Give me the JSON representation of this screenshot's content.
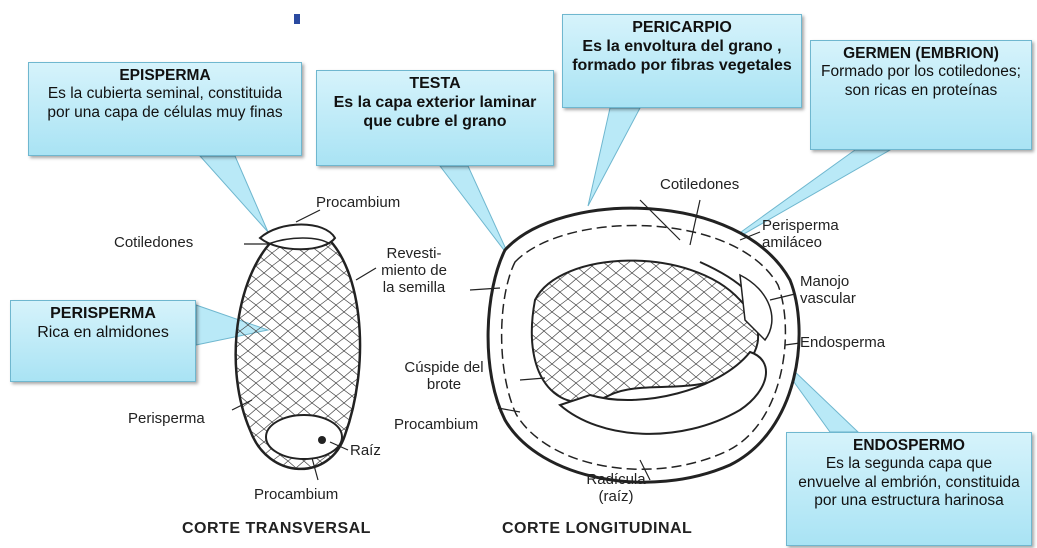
{
  "callouts": {
    "episperma": {
      "title": "EPISPERMA",
      "text": "Es la cubierta seminal, constituida por una capa de células muy finas"
    },
    "testa": {
      "title": "TESTA",
      "text": "Es la capa exterior laminar que cubre el grano"
    },
    "pericarpio": {
      "title": "PERICARPIO",
      "text": "Es la envoltura del grano , formado por fibras vegetales"
    },
    "germen": {
      "title": "GERMEN (EMBRION)",
      "text": "Formado por los cotiledones; son ricas en proteínas"
    },
    "perisperma": {
      "title": "PERISPERMA",
      "text": "Rica en almidones"
    },
    "endospermo": {
      "title": "ENDOSPERMO",
      "text": "Es la segunda capa que envuelve al embrión, constituida por una estructura harinosa"
    }
  },
  "labels": {
    "procambium_top": "Procambium",
    "cotiledones_left": "Cotiledones",
    "revestimiento": "Revesti- miento de la semilla",
    "perisperma_left": "Perisperma",
    "raiz": "Raíz",
    "procambium_bottom": "Procambium",
    "cotiledones_right": "Cotiledones",
    "perisperma_amilaceo": "Perisperma amiláceo",
    "manojo_vascular": "Manojo vascular",
    "endosperma": "Endosperma",
    "cuspide": "Cúspide del brote",
    "procambium_mid": "Procambium",
    "radicula": "Radícula (raíz)"
  },
  "captions": {
    "transversal": "CORTE TRANSVERSAL",
    "longitudinal": "CORTE LONGITUDINAL"
  },
  "colors": {
    "callout_fill_top": "#d6f3fb",
    "callout_fill_bottom": "#a9e3f4",
    "callout_border": "#6fb7cf",
    "pointer_fill": "#b9e9f7",
    "ink": "#222222",
    "accent_dot": "#2a4aa0"
  }
}
